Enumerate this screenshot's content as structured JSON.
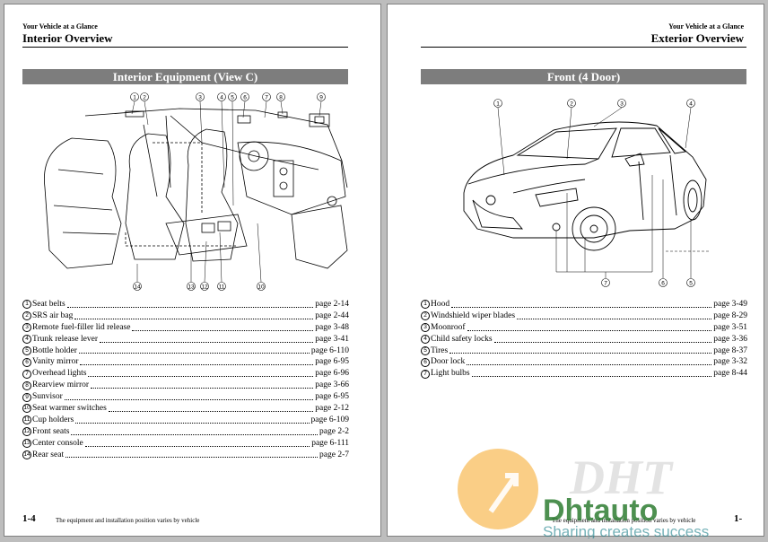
{
  "left_page": {
    "section": "Your Vehicle at a Glance",
    "title": "Interior Overview",
    "banner": "Interior Equipment (View C)",
    "callouts": [
      "1",
      "2",
      "3",
      "4",
      "5",
      "6",
      "7",
      "8",
      "9",
      "10",
      "11",
      "12",
      "13",
      "14"
    ],
    "items": [
      {
        "num": "1",
        "label": "Seat belts",
        "page": "page 2-14"
      },
      {
        "num": "2",
        "label": "SRS air bag",
        "page": "page 2-44"
      },
      {
        "num": "3",
        "label": "Remote fuel-filler lid release",
        "page": "page 3-48"
      },
      {
        "num": "4",
        "label": "Trunk release lever",
        "page": "page 3-41"
      },
      {
        "num": "5",
        "label": "Bottle holder",
        "page": "page 6-110"
      },
      {
        "num": "6",
        "label": "Vanity mirror",
        "page": "page 6-95"
      },
      {
        "num": "7",
        "label": "Overhead lights",
        "page": "page 6-96"
      },
      {
        "num": "8",
        "label": "Rearview mirror",
        "page": "page 3-66"
      },
      {
        "num": "9",
        "label": "Sunvisor",
        "page": "page 6-95"
      },
      {
        "num": "10",
        "label": "Seat warmer switches",
        "page": "page 2-12"
      },
      {
        "num": "11",
        "label": "Cup holders",
        "page": "page 6-109"
      },
      {
        "num": "12",
        "label": "Front seats",
        "page": "page 2-2"
      },
      {
        "num": "13",
        "label": "Center console",
        "page": "page 6-111"
      },
      {
        "num": "14",
        "label": "Rear seat",
        "page": "page 2-7"
      }
    ],
    "footer_page": "1-4",
    "footer_note": "The equipment and installation position varies by vehicle"
  },
  "right_page": {
    "section": "Your Vehicle at a Glance",
    "title": "Exterior Overview",
    "banner": "Front (4 Door)",
    "callouts": [
      "1",
      "2",
      "3",
      "4",
      "5",
      "6",
      "7"
    ],
    "items": [
      {
        "num": "1",
        "label": "Hood",
        "page": "page 3-49"
      },
      {
        "num": "2",
        "label": "Windshield wiper blades",
        "page": "page 8-29"
      },
      {
        "num": "3",
        "label": "Moonroof",
        "page": "page 3-51"
      },
      {
        "num": "4",
        "label": "Child safety locks",
        "page": "page 3-36"
      },
      {
        "num": "5",
        "label": "Tires",
        "page": "page 8-37"
      },
      {
        "num": "6",
        "label": "Door lock",
        "page": "page 3-32"
      },
      {
        "num": "7",
        "label": "Light bulbs",
        "page": "page 8-44"
      }
    ],
    "footer_page": "1-",
    "footer_note": "The equipment and installation position varies by vehicle"
  },
  "watermark": {
    "logo_text": "DHT",
    "brand_text": "Dhtauto",
    "tagline": "Sharing creates success",
    "colors": {
      "orange": "#f5a623",
      "green": "#4caf50",
      "teal": "#1a7f8a"
    }
  }
}
